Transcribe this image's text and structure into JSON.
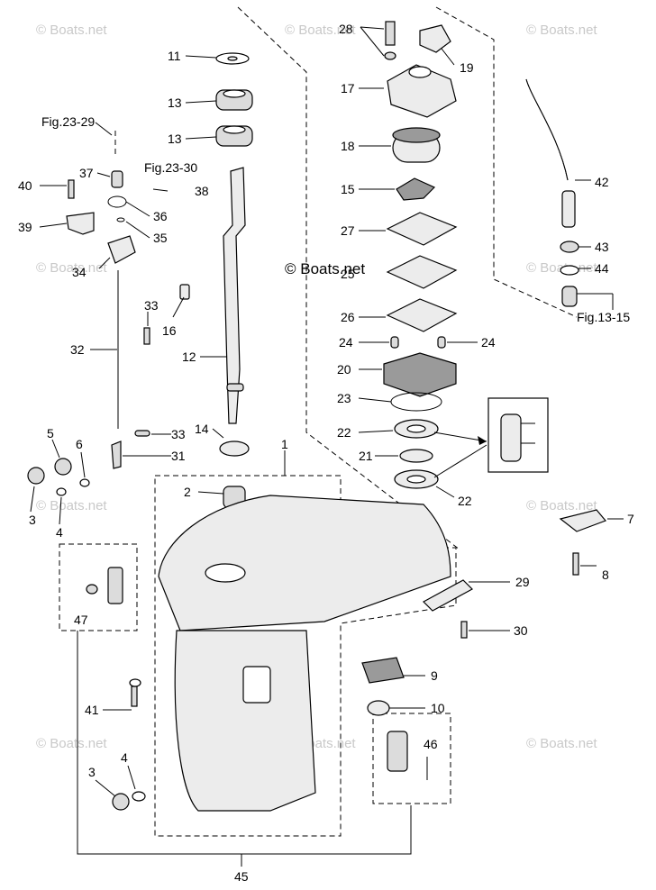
{
  "watermark": "© Boats.net",
  "center_watermark": "© Boats.net",
  "callouts": {
    "c1": "1",
    "c2": "2",
    "c3a": "3",
    "c3b": "3",
    "c4a": "4",
    "c4b": "4",
    "c5": "5",
    "c6": "6",
    "c7": "7",
    "c8": "8",
    "c9": "9",
    "c10": "10",
    "c11": "11",
    "c12": "12",
    "c13a": "13",
    "c13b": "13",
    "c14": "14",
    "c15": "15",
    "c16": "16",
    "c17": "17",
    "c18": "18",
    "c19": "19",
    "c20": "20",
    "c21": "21",
    "c22a": "22",
    "c22b": "22",
    "c23": "23",
    "c24a": "24",
    "c24b": "24",
    "c25": "25",
    "c26": "26",
    "c27": "27",
    "c28": "28",
    "c29": "29",
    "c30": "30",
    "c31": "31",
    "c32": "32",
    "c33a": "33",
    "c33b": "33",
    "c34": "34",
    "c35": "35",
    "c36": "36",
    "c37": "37",
    "c38": "38",
    "c39": "39",
    "c40": "40",
    "c41": "41",
    "c42": "42",
    "c43": "43",
    "c44": "44",
    "c45": "45",
    "c46": "46",
    "c47": "47"
  },
  "figure_refs": {
    "fig23_29": "Fig.23-29",
    "fig23_30": "Fig.23-30",
    "fig13_15": "Fig.13-15"
  }
}
